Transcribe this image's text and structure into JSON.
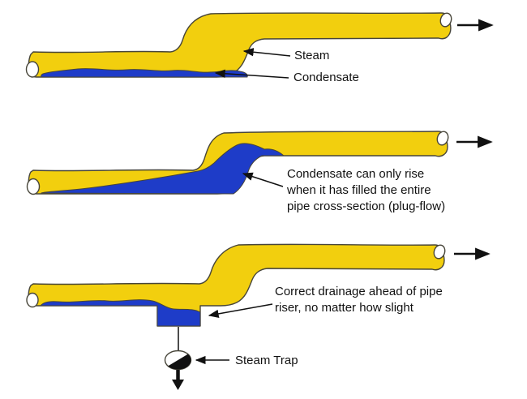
{
  "colors": {
    "steam": "#F2CF0E",
    "condensate": "#1E3CC8",
    "outline": "#474539",
    "ink": "#111111",
    "background": "#FFFFFF"
  },
  "diagrams": [
    {
      "steam_label": "Steam",
      "condensate_label": "Condensate"
    },
    {
      "note_lines": [
        "Condensate can only rise",
        "when it has filled the entire",
        "pipe cross-section (plug-flow)"
      ]
    },
    {
      "note_lines": [
        "Correct drainage ahead of pipe",
        "riser, no matter how slight"
      ],
      "trap_label": "Steam Trap"
    }
  ]
}
